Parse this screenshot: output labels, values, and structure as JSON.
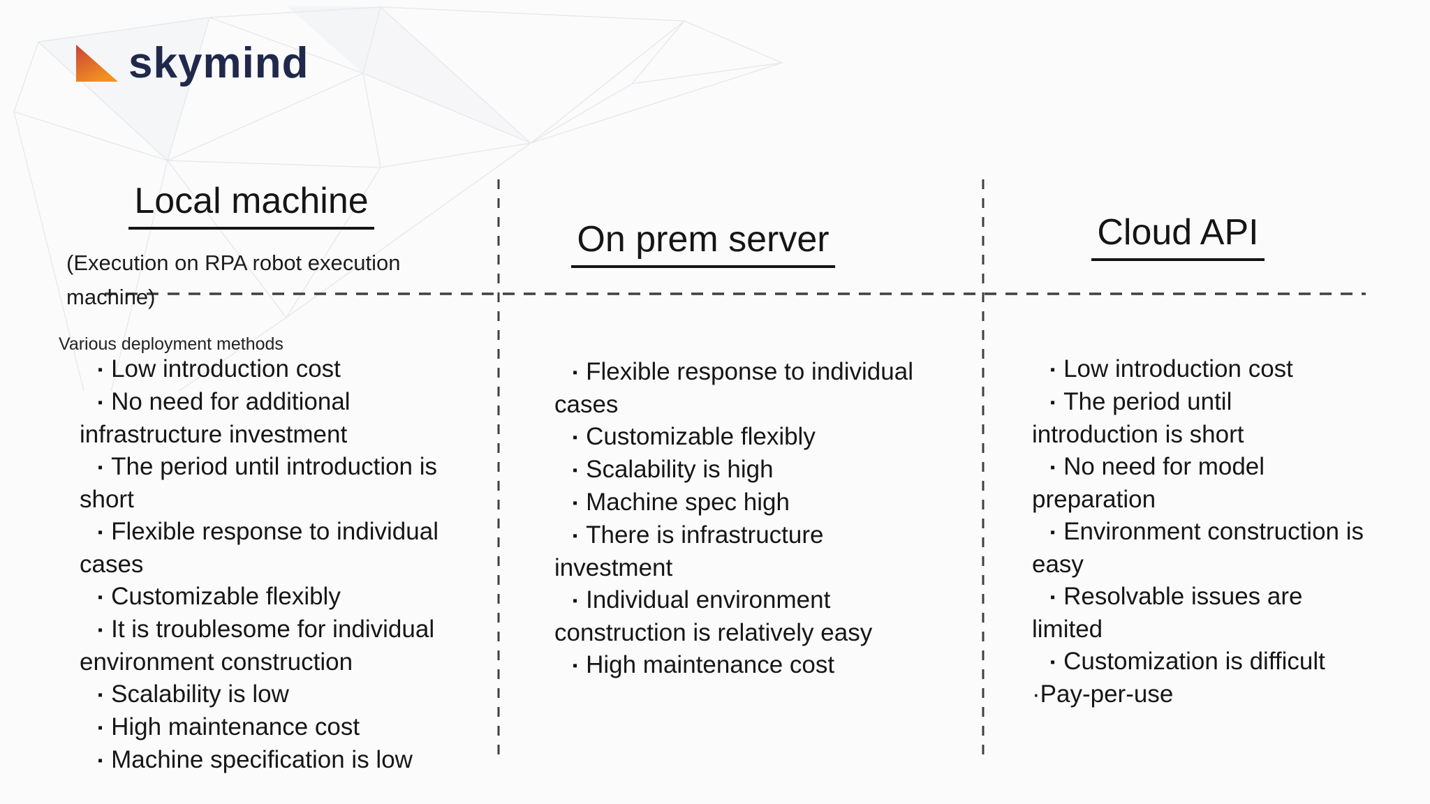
{
  "page": {
    "background": "#fbfbfc"
  },
  "logo": {
    "brand": "skymind",
    "word_color": "#20294a",
    "triangle_color_top": "#c9423a",
    "triangle_color_bottom": "#f39120"
  },
  "divider_color": "#3f3f3f",
  "bullet_char": "▪",
  "columns": [
    {
      "title": "Local machine",
      "subtitle_lines": [
        "(Execution on RPA robot execution",
        "machine)"
      ],
      "note": "Various deployment methods",
      "items": [
        {
          "bullet": true,
          "lines": [
            "Low introduction cost"
          ]
        },
        {
          "bullet": true,
          "lines": [
            "No need for additional",
            "infrastructure investment"
          ]
        },
        {
          "bullet": true,
          "lines": [
            "The period until introduction is",
            "short"
          ]
        },
        {
          "bullet": true,
          "lines": [
            "Flexible response to individual",
            "cases"
          ]
        },
        {
          "bullet": true,
          "lines": [
            "Customizable flexibly"
          ]
        },
        {
          "bullet": true,
          "lines": [
            "It is troublesome for individual",
            "environment construction"
          ]
        },
        {
          "bullet": true,
          "lines": [
            "Scalability is low"
          ]
        },
        {
          "bullet": true,
          "lines": [
            "High maintenance cost"
          ]
        },
        {
          "bullet": true,
          "lines": [
            "Machine specification is low"
          ]
        }
      ]
    },
    {
      "title": "On prem server",
      "items": [
        {
          "bullet": true,
          "lines": [
            "Flexible response to individual",
            "cases"
          ]
        },
        {
          "bullet": true,
          "lines": [
            "Customizable flexibly"
          ]
        },
        {
          "bullet": true,
          "lines": [
            "Scalability is high"
          ]
        },
        {
          "bullet": true,
          "lines": [
            "Machine spec high"
          ]
        },
        {
          "bullet": true,
          "lines": [
            "There is infrastructure",
            "investment"
          ]
        },
        {
          "bullet": true,
          "lines": [
            "Individual environment",
            "construction is relatively easy"
          ]
        },
        {
          "bullet": true,
          "lines": [
            "High maintenance cost"
          ]
        }
      ]
    },
    {
      "title": "Cloud API",
      "items": [
        {
          "bullet": true,
          "lines": [
            "Low introduction cost"
          ]
        },
        {
          "bullet": true,
          "lines": [
            "The period until",
            "introduction is short"
          ]
        },
        {
          "bullet": true,
          "lines": [
            "No need for model",
            "preparation"
          ]
        },
        {
          "bullet": true,
          "lines": [
            "Environment construction is",
            "easy"
          ]
        },
        {
          "bullet": true,
          "lines": [
            "Resolvable issues are",
            "limited"
          ]
        },
        {
          "bullet": true,
          "lines": [
            "Customization is difficult"
          ]
        },
        {
          "bullet": false,
          "lines": [
            "·Pay-per-use"
          ]
        }
      ]
    }
  ]
}
